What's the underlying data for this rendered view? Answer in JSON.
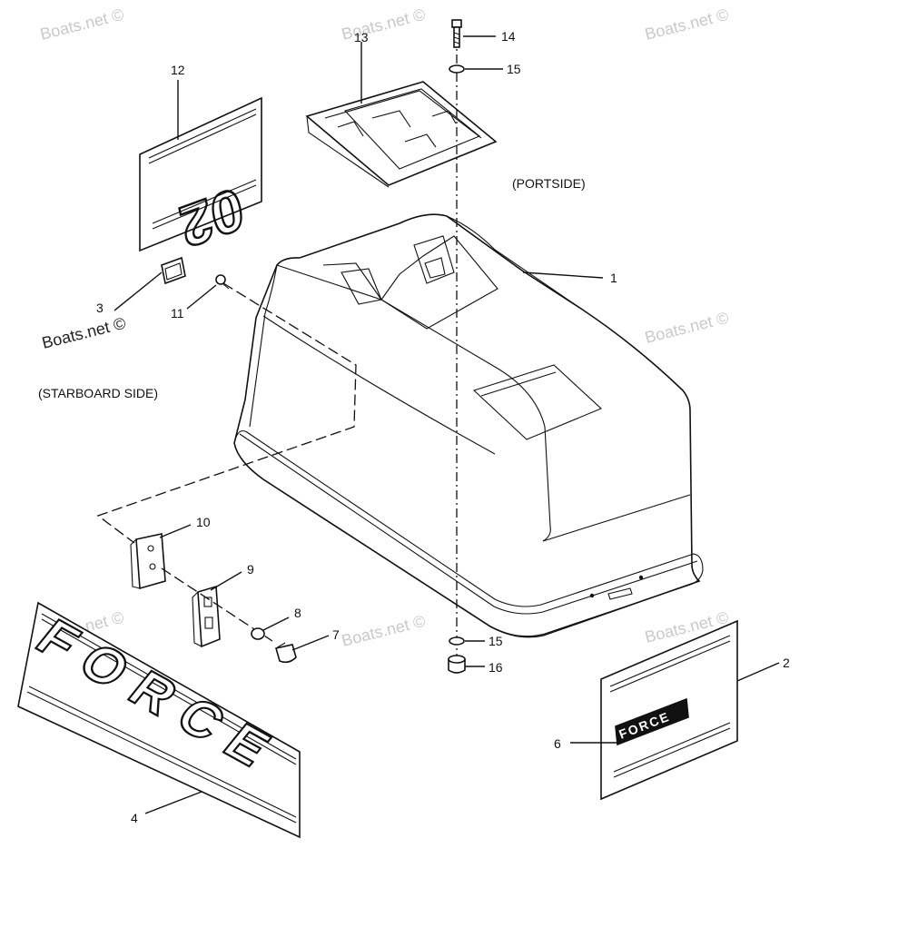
{
  "watermark": "Boats.net ©",
  "side_labels": {
    "portside": "(PORTSIDE)",
    "starboard": "(STARBOARD SIDE)"
  },
  "callouts": {
    "c1": "1",
    "c2": "2",
    "c3": "3",
    "c4": "4",
    "c6": "6",
    "c7": "7",
    "c8": "8",
    "c9": "9",
    "c10": "10",
    "c11": "11",
    "c12": "12",
    "c13": "13",
    "c14": "14",
    "c15a": "15",
    "c15b": "15",
    "c16": "16"
  },
  "decals": {
    "number_decal": "02",
    "brand_big": "FORCE",
    "brand_small": "FORCE"
  }
}
